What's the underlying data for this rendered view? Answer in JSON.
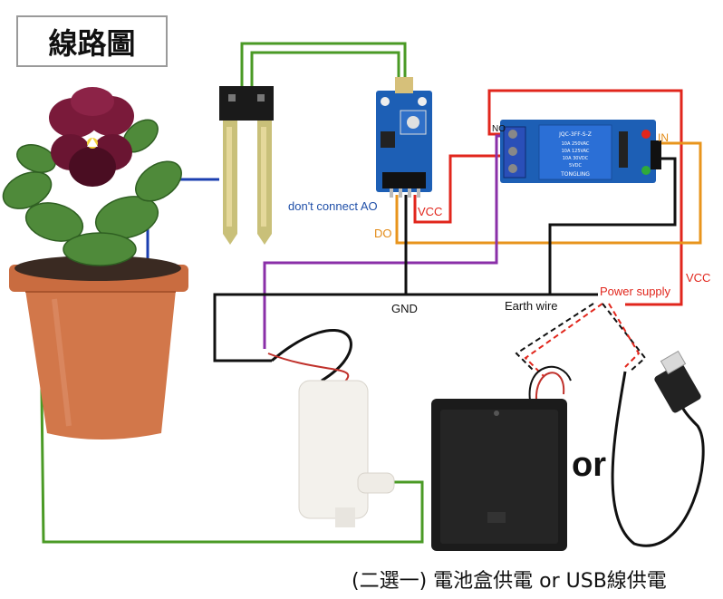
{
  "title": "線路圖",
  "labels": {
    "no": "NO",
    "in": "IN",
    "dont_connect_ao": "don't connect AO",
    "vcc_sensor": "VCC",
    "do": "DO",
    "vcc_power": "VCC",
    "power_supply": "Power supply",
    "gnd": "GND",
    "earth_wire": "Earth wire",
    "or_big": "or",
    "footer": "(二選一) 電池盒供電  or  USB線供電"
  },
  "relay_text": {
    "model": "JQC-3FF-S-Z",
    "rating1": "10A 250VAC",
    "rating2": "10A 125VAC",
    "rating3": "10A 30VDC",
    "coil": "5VDC",
    "brand": "TONGLING"
  },
  "colors": {
    "green_wire": "#4a9a25",
    "red_wire": "#e1261c",
    "orange_wire": "#e8941c",
    "purple_wire": "#8a2fa8",
    "blue_wire": "#1b3fb0",
    "black_wire": "#111111",
    "board_blue": "#1d5fb5"
  }
}
